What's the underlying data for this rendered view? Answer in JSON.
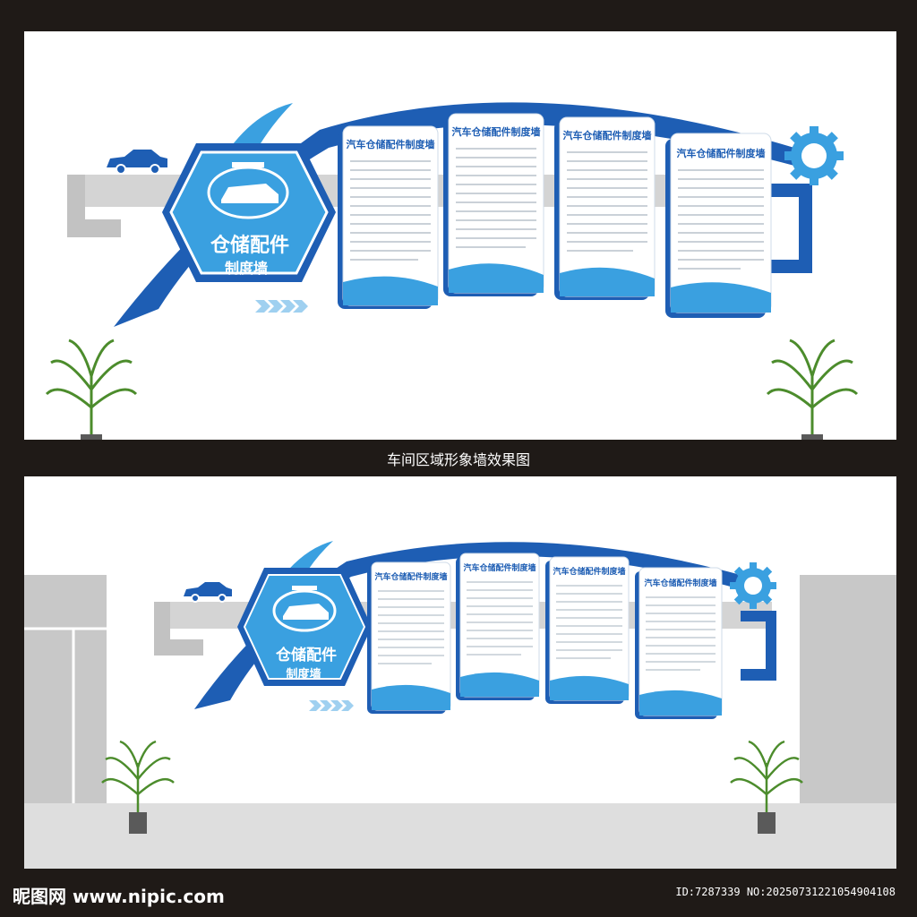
{
  "scene_top": {
    "hex_title": "仓储配件",
    "hex_subtitle": "制度墙",
    "board_title": "汽车仓储配件制度墙"
  },
  "caption": "车间区域形象墙效果图",
  "scene_bottom": {
    "hex_title": "仓储配件",
    "hex_subtitle": "制度墙",
    "board_title": "汽车仓储配件制度墙"
  },
  "footer": {
    "site": "昵图网 www.nipic.com",
    "id_text": "ID:7287339 NO:20250731221054904108"
  },
  "colors": {
    "brand_blue": "#1e5eb4",
    "light_blue": "#3aa0e0",
    "frame": "#1f1a17",
    "gray_band": "#c9c9c9"
  }
}
